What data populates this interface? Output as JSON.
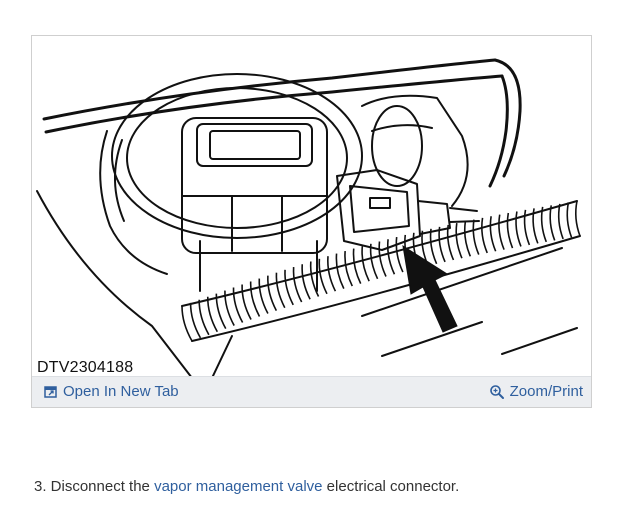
{
  "figure": {
    "id_label": "DTV2304188",
    "open_tab_label": "Open In New Tab",
    "zoom_label": "Zoom/Print",
    "icons": {
      "open_tab": "external-window-icon",
      "zoom": "magnifier-icon"
    }
  },
  "step": {
    "prefix": "3. Disconnect the ",
    "link": "vapor management valve",
    "suffix": " electrical connector."
  },
  "colors": {
    "link": "#2f5f9e",
    "toolbar_bg": "#eceef1",
    "border": "#cfcfcf"
  }
}
